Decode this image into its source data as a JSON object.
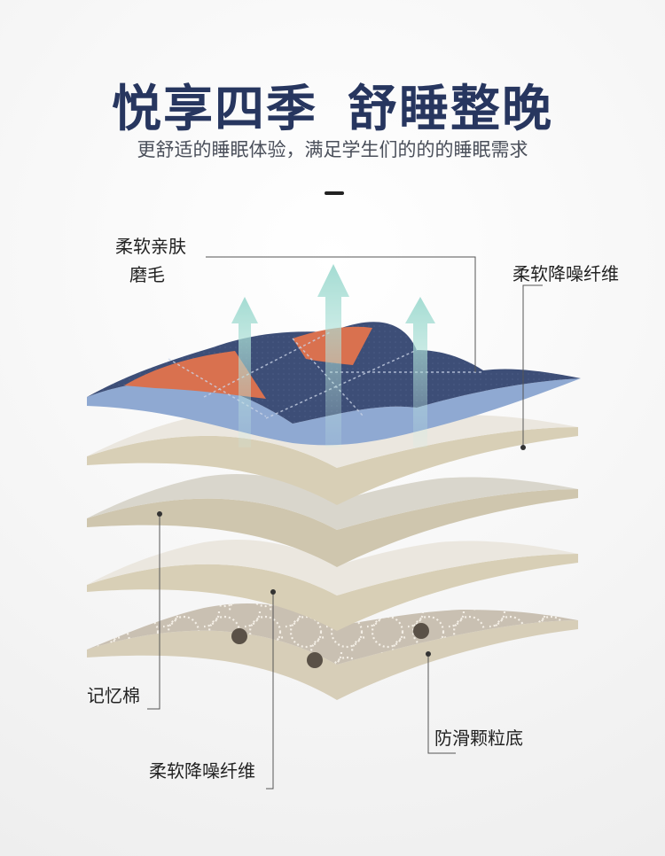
{
  "header": {
    "title_left": "悦享四季",
    "title_right": "舒睡整晚",
    "subtitle": "更舒适的睡眠体验，满足学生们的的的睡眠需求"
  },
  "labels": {
    "top_layer_line1": "柔软亲肤",
    "top_layer_line2": "磨毛",
    "fiber_right": "柔软降噪纤维",
    "memory_foam": "记忆棉",
    "fiber_bottom": "柔软降噪纤维",
    "anti_slip": "防滑颗粒底"
  },
  "colors": {
    "title": "#27365f",
    "fabric_navy": "#3d4e77",
    "fabric_orange": "#d9714f",
    "fabric_backing": "#7f9cc9",
    "layer_light": "#e9e5dc",
    "layer_gray": "#d6d3c9",
    "layer_edge": "#cfc5a9",
    "arrow": "#a8dfd6",
    "base_pattern": "#b5ab9c"
  },
  "icons": {
    "arrows": "up-arrow-icon"
  }
}
